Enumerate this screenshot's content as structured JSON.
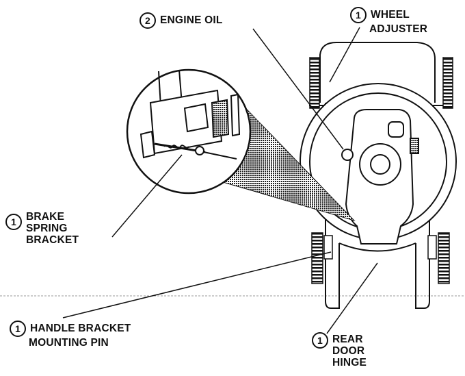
{
  "labels": {
    "engine_oil": {
      "number": "2",
      "lines": [
        "ENGINE OIL"
      ]
    },
    "wheel_adjuster": {
      "number": "1",
      "lines": [
        "WHEEL",
        "ADJUSTER"
      ]
    },
    "brake_spring_bracket": {
      "number": "1",
      "lines": [
        "BRAKE",
        "SPRING",
        "BRACKET"
      ]
    },
    "handle_bracket_mounting_pin": {
      "number": "1",
      "lines": [
        "HANDLE BRACKET",
        "MOUNTING PIN"
      ]
    },
    "rear_door_hinge": {
      "number": "1",
      "lines": [
        "REAR",
        "DOOR",
        "HINGE"
      ]
    }
  },
  "colors": {
    "ink": "#111111",
    "paper": "#ffffff",
    "hatch": "#333333"
  }
}
